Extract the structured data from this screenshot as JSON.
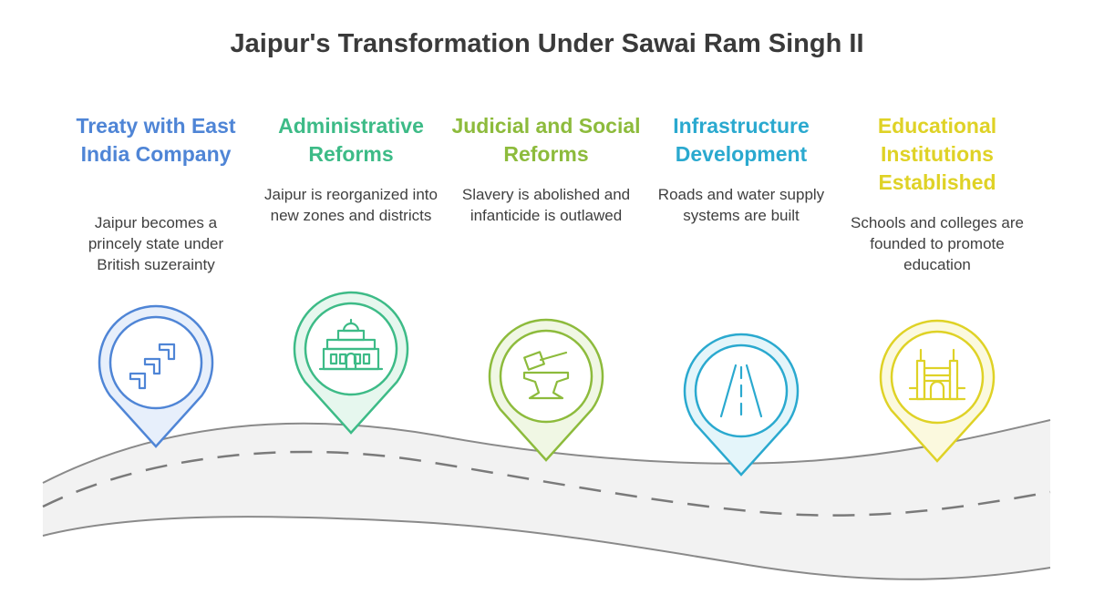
{
  "title": "Jaipur's Transformation Under Sawai Ram Singh II",
  "colors": {
    "road_fill": "#f2f2f2",
    "road_edge": "#8a8a8a",
    "road_dash": "#7a7a7a",
    "title": "#3a3a3a",
    "text": "#3f3f3f"
  },
  "milestones": [
    {
      "heading": "Treaty with East India Company",
      "description": "Jaipur becomes a princely state under British suzerainty",
      "icon": "double-chevron-arrows-icon",
      "color": "#4f85d6",
      "fill": "#e7effb"
    },
    {
      "heading": "Administrative Reforms",
      "description": "Jaipur is reorganized into new zones and districts",
      "icon": "government-building-icon",
      "color": "#3dbb87",
      "fill": "#e6f7ee"
    },
    {
      "heading": "Judicial and Social Reforms",
      "description": "Slavery is abolished and infanticide is outlawed",
      "icon": "gavel-anvil-icon",
      "color": "#8dbb3c",
      "fill": "#f0f7e4"
    },
    {
      "heading": "Infrastructure Development",
      "description": "Roads and water supply systems are built",
      "icon": "road-icon",
      "color": "#2aa9cf",
      "fill": "#e4f5fa"
    },
    {
      "heading": "Educational Institutions Established",
      "description": "Schools and colleges are founded to promote education",
      "icon": "school-gate-icon",
      "color": "#dfd226",
      "fill": "#fbf9de"
    }
  ]
}
